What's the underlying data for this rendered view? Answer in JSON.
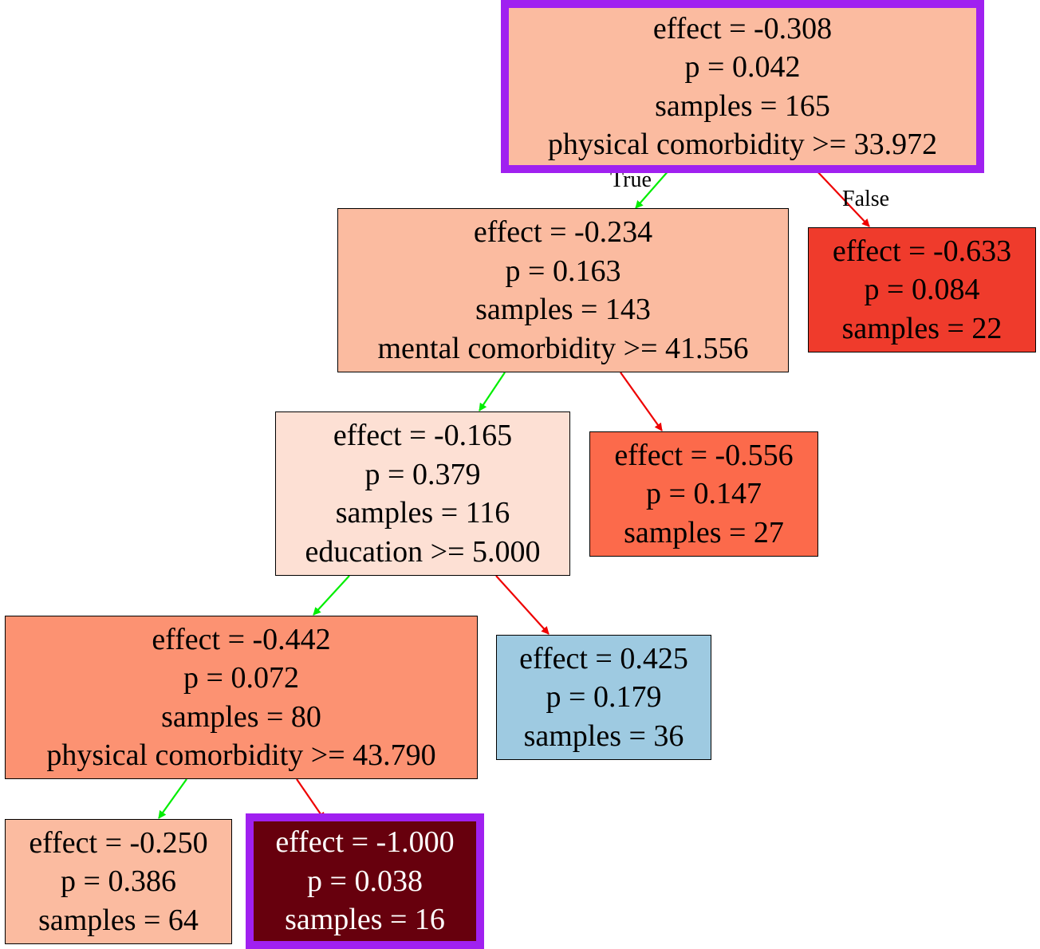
{
  "nodes": {
    "root": {
      "effect": "effect = -0.308",
      "p": "p = 0.042",
      "samples": "samples = 165",
      "split": "physical comorbidity >= 33.972",
      "fill": "#fbbba0",
      "highlighted": true
    },
    "n1": {
      "effect": "effect = -0.234",
      "p": "p = 0.163",
      "samples": "samples = 143",
      "split": "mental comorbidity >= 41.556",
      "fill": "#fbbba0"
    },
    "n2": {
      "effect": "effect = -0.633",
      "p": "p = 0.084",
      "samples": "samples = 22",
      "fill": "#ef3b2c"
    },
    "n3": {
      "effect": "effect = -0.165",
      "p": "p = 0.379",
      "samples": "samples = 116",
      "split": "education >= 5.000",
      "fill": "#fde0d4"
    },
    "n4": {
      "effect": "effect = -0.556",
      "p": "p = 0.147",
      "samples": "samples = 27",
      "fill": "#fc6a4b"
    },
    "n5": {
      "effect": "effect = -0.442",
      "p": "p = 0.072",
      "samples": "samples = 80",
      "split": "physical comorbidity >= 43.790",
      "fill": "#fc9272"
    },
    "n6": {
      "effect": "effect = 0.425",
      "p": "p = 0.179",
      "samples": "samples = 36",
      "fill": "#9ecae1"
    },
    "n7": {
      "effect": "effect = -0.250",
      "p": "p = 0.386",
      "samples": "samples = 64",
      "fill": "#fbbba0"
    },
    "n8": {
      "effect": "effect = -1.000",
      "p": "p = 0.038",
      "samples": "samples = 16",
      "fill": "#67000d",
      "highlighted": true
    }
  },
  "edge_labels": {
    "true_label": "True",
    "false_label": "False"
  },
  "colors": {
    "true_edge": "#00ee00",
    "false_edge": "#ee0000",
    "highlight_border": "#a020f0"
  }
}
